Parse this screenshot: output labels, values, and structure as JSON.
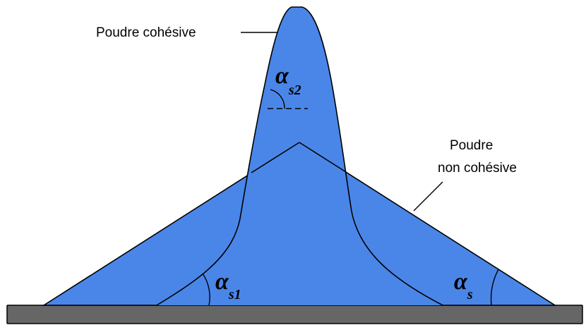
{
  "colors": {
    "powder_fill": "#4a86e8",
    "ground_fill": "#666666",
    "outline": "#000000",
    "background": "#ffffff"
  },
  "labels": {
    "cohesive": "Poudre cohésive",
    "non_cohesive_line1": "Poudre",
    "non_cohesive_line2": "non cohésive"
  },
  "angles": {
    "alpha_s2": {
      "symbol": "α",
      "subscript": "s2"
    },
    "alpha_s1": {
      "symbol": "α",
      "subscript": "s1"
    },
    "alpha_s": {
      "symbol": "α",
      "subscript": "s"
    }
  }
}
